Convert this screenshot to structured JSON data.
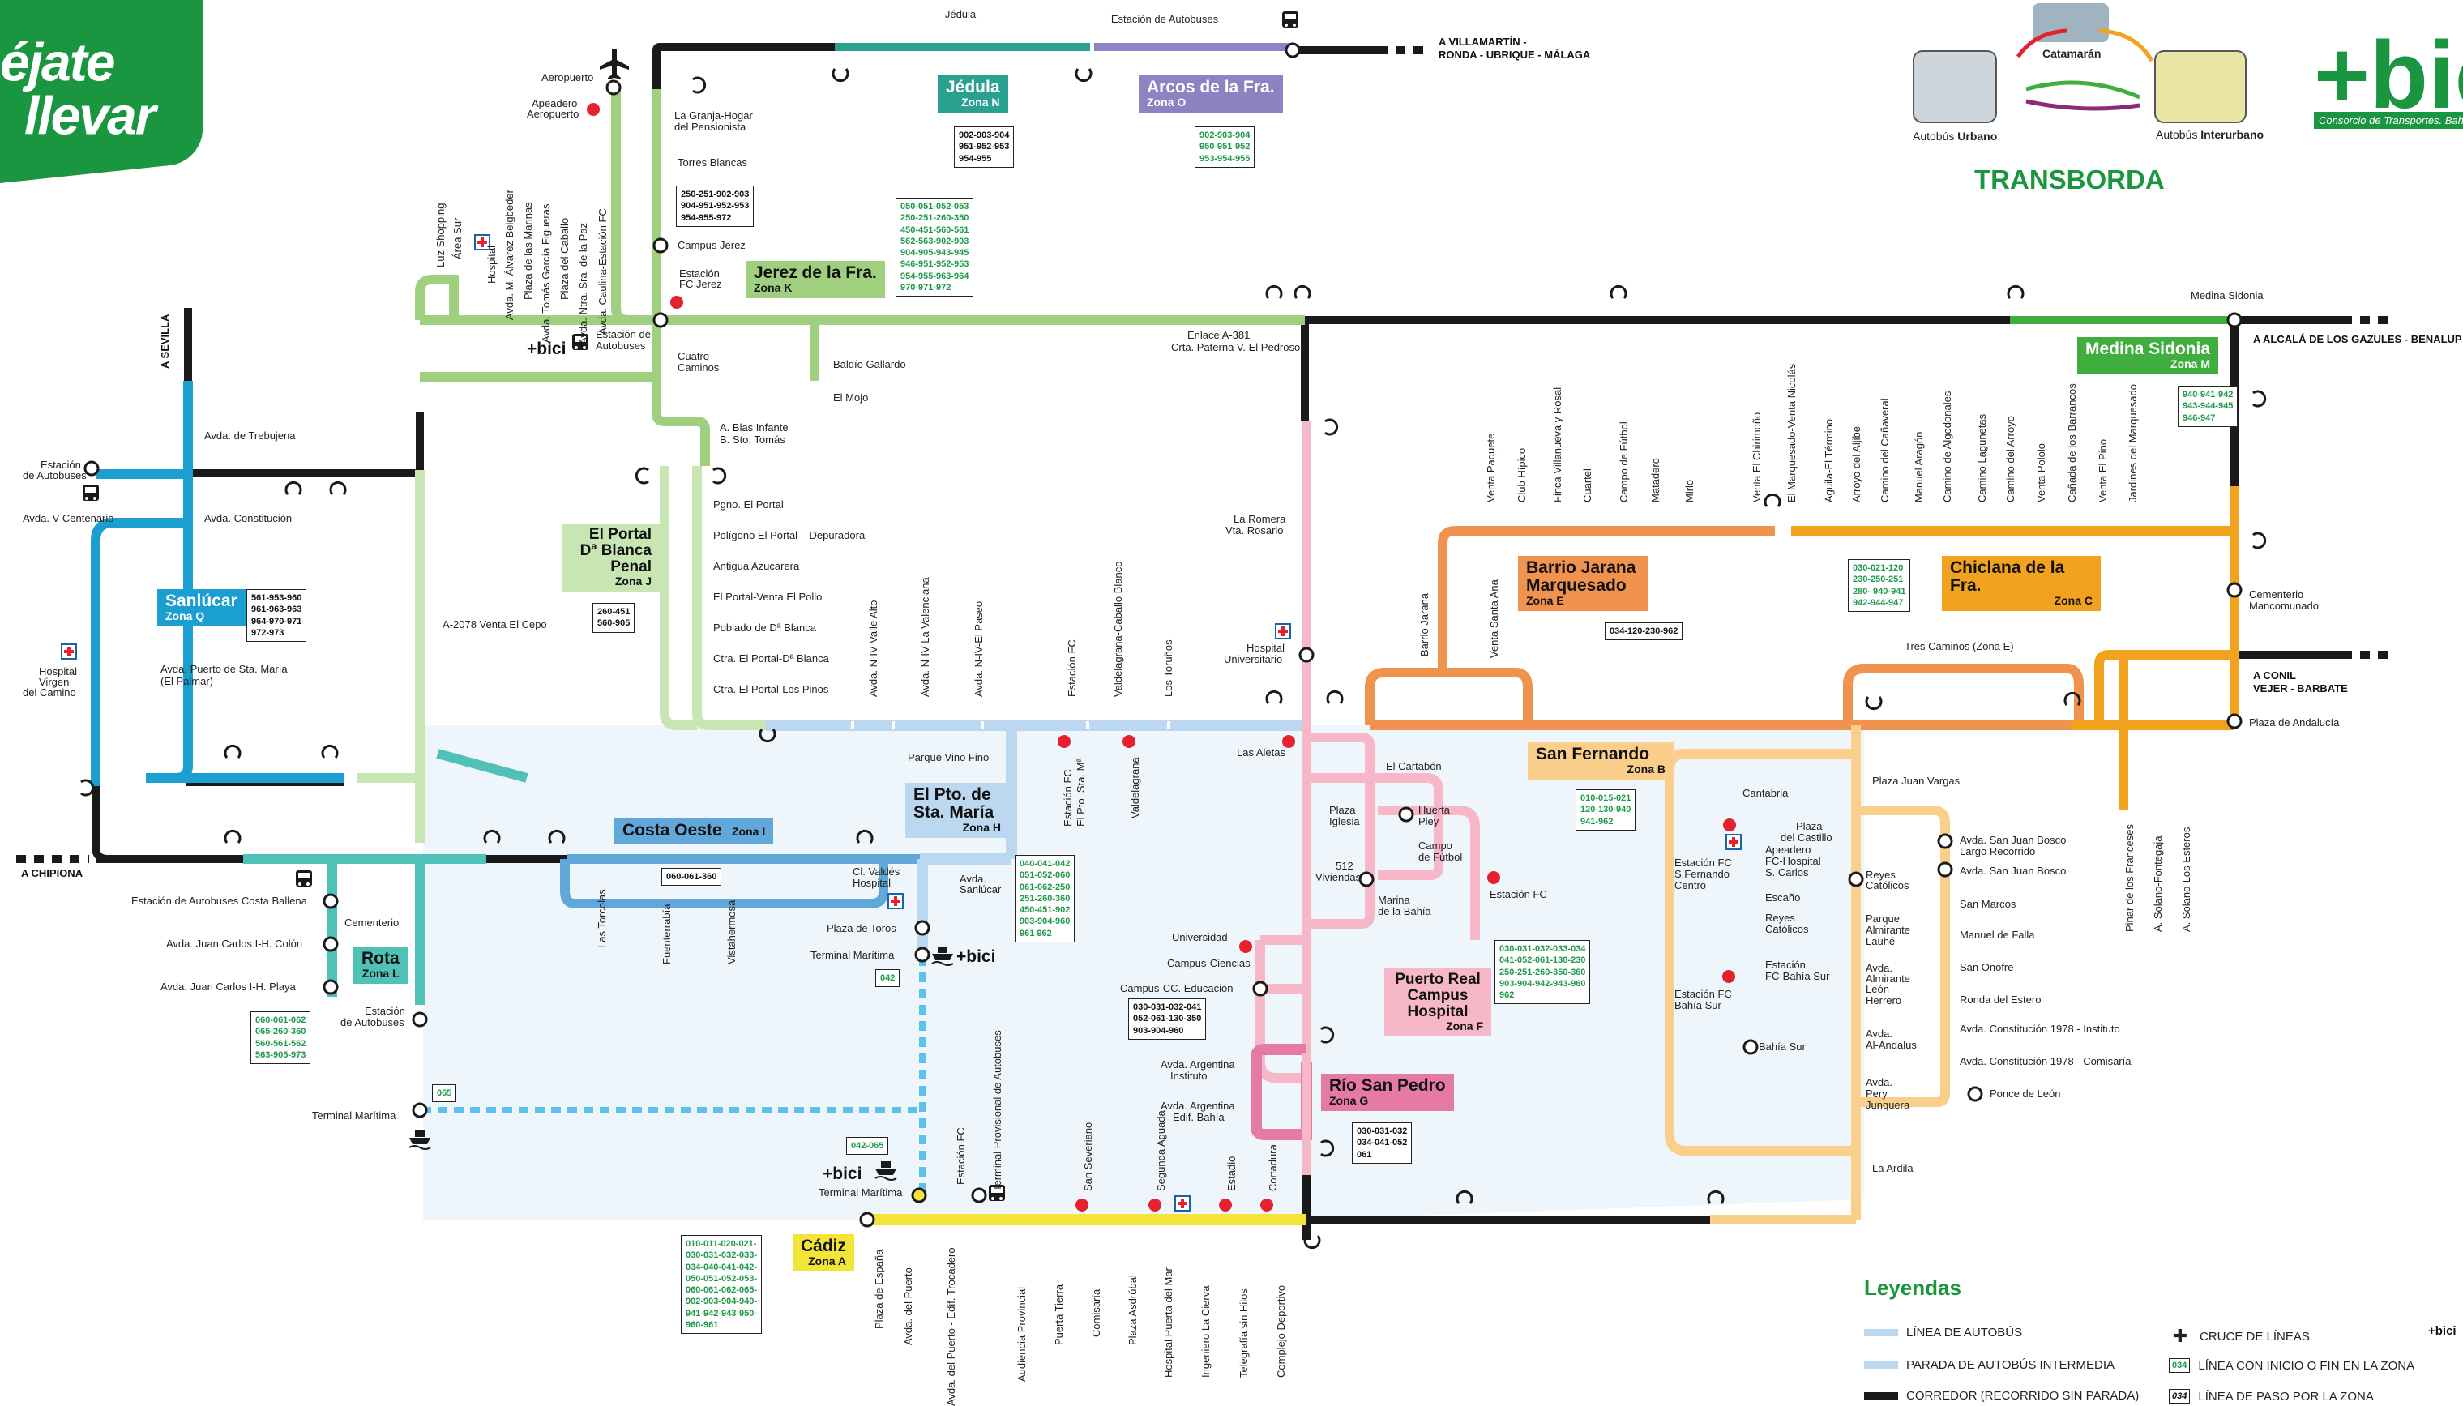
{
  "brand": {
    "line1": "éjate",
    "line2": "llevar",
    "color": "#1b9640"
  },
  "bici_logo": {
    "text": "+bic",
    "subtitle": "Consorcio de Transportes. Bahía"
  },
  "transborda": {
    "title": "TRANSBORDA",
    "hub": "Catamarán",
    "urban_prefix": "Autobús ",
    "urban_bold": "Urbano",
    "inter_prefix": "Autobús ",
    "inter_bold": "Interurbano"
  },
  "colors": {
    "corridor": "#1a1a1a",
    "jerez": "#9fcf7f",
    "portal": "#c8e6b4",
    "sanlucar": "#1a9fd0",
    "rota": "#4fc1b6",
    "costa_oeste": "#62a7d9",
    "pto_sta_maria": "#bcd8f0",
    "puerto_real": "#f6b8c8",
    "rio_san_pedro": "#e57aa3",
    "cadiz": "#f3e43a",
    "san_fernando": "#f9cf8b",
    "barrio_jarana": "#f0934f",
    "chiclana": "#f1a21e",
    "medina": "#3fae3f",
    "arcos": "#8b83c2",
    "jedula": "#2aa08f",
    "ferry": "#5ac1ea",
    "bay_fill": "#eef6fc",
    "station_red": "#e5202f"
  },
  "zones": {
    "jedula": {
      "name": "Jédula",
      "code": "Zona N"
    },
    "arcos": {
      "name": "Arcos de la  Fra.",
      "code": "Zona O"
    },
    "jerez": {
      "name": "Jerez de la  Fra.",
      "code": "Zona K"
    },
    "medina": {
      "name": "Medina Sidonia",
      "code": "Zona M"
    },
    "portal": {
      "name": "El Portal Dª Blanca Penal",
      "code": "Zona J"
    },
    "sanlucar": {
      "name": "Sanlúcar",
      "code": "Zona Q"
    },
    "barrio_jarana": {
      "name": "Barrio Jarana Marquesado",
      "code": "Zona E"
    },
    "chiclana": {
      "name": "Chiclana de la Fra.",
      "code": "Zona C"
    },
    "costa_oeste": {
      "name": "Costa Oeste",
      "code": "Zona I"
    },
    "pto_sta_maria": {
      "name": "El Pto. de Sta. María",
      "code": "Zona H"
    },
    "san_fernando": {
      "name": "San Fernando",
      "code": "Zona B"
    },
    "rota": {
      "name": "Rota",
      "code": "Zona L"
    },
    "puerto_real": {
      "name": "Puerto Real Campus Hospital",
      "code": "Zona F"
    },
    "rio_san_pedro": {
      "name": "Río San  Pedro",
      "code": "Zona G"
    },
    "cadiz": {
      "name": "Cádiz",
      "code": "Zona A"
    }
  },
  "code_boxes": {
    "jedula": [
      "902-903-904",
      "951-952-953",
      "954-955"
    ],
    "arcos": [
      "902-903-904",
      "950-951-952",
      "953-954-955"
    ],
    "jerez_top": [
      "250-251-902-903",
      "904-951-952-953",
      "954-955-972"
    ],
    "jerez": [
      "050-051-052-053",
      "250-251-260-350",
      "450-451-560-561",
      "562-563-902-903",
      "904-905-943-945",
      "946-951-952-953",
      "954-955-963-964",
      "970-971-972"
    ],
    "medina": [
      "940-941-942",
      "943-944-945",
      "946-947"
    ],
    "sanlucar": [
      "561-953-960",
      "961-963-963",
      "964-970-971",
      "972-973"
    ],
    "portal": [
      "260-451",
      "560-905"
    ],
    "barrio_jarana": [
      "034-120-230-962"
    ],
    "chiclana": [
      "030-021-120",
      "230-250-251",
      "280- 940-941",
      "942-944-947"
    ],
    "costa_oeste": [
      "060-061-360"
    ],
    "pto_sta_maria": [
      "040-041-042",
      "051-052-060",
      "061-062-250",
      "251-260-360",
      "450-451-902",
      "903-904-960",
      "961 962"
    ],
    "san_fernando": [
      "010-015-021",
      "120-130-940",
      "941-962"
    ],
    "rota": [
      "060-061-062",
      "065-260-360",
      "560-561-562",
      "563-905-973"
    ],
    "puerto_real": [
      "030-031-032-033-034",
      "041-052-061-130-230",
      "250-251-260-350-360",
      "903-904-942-943-960",
      "962"
    ],
    "campus": [
      "030-031-032-041",
      "052-061-130-350",
      "903-904-960"
    ],
    "rio_san_pedro": [
      "030-031-032",
      "034-041-052",
      "061"
    ],
    "cadiz": [
      "010-011-020-021-",
      "030-031-032-033-",
      "034-040-041-042-",
      "050-051-052-053-",
      "060-061-062-065-",
      "902-903-904-940-",
      "941-942-943-950-",
      "960-961"
    ],
    "ferry_065": [
      "065"
    ],
    "ferry_042": [
      "042"
    ],
    "ferry_042065": [
      "042-065"
    ]
  },
  "destinations": {
    "villamartin": [
      "A VILLAMARTÍN -",
      "RONDA - UBRIQUE - MÁLAGA"
    ],
    "alcala": [
      "A ALCALÁ DE LOS GAZULES - BENALUP"
    ],
    "conil": [
      "A CONIL",
      "VEJER - BARBATE"
    ],
    "chipiona": [
      "A CHIPIONA"
    ],
    "sevilla": [
      "A SEVILLA"
    ]
  },
  "stops_h": [
    {
      "t": "Jédula"
    },
    {
      "t": "Estación de Autobuses"
    },
    {
      "t": "Aeropuerto"
    },
    {
      "t": "Apeadero"
    },
    {
      "t": "Aeropuerto"
    },
    {
      "t": "La Granja-Hogar"
    },
    {
      "t": "del Pensionista"
    },
    {
      "t": "Torres Blancas"
    },
    {
      "t": "Campus Jerez"
    },
    {
      "t": "Estación"
    },
    {
      "t": "FC Jerez"
    },
    {
      "t": "Estación de"
    },
    {
      "t": "Autobuses"
    },
    {
      "t": "Cuatro"
    },
    {
      "t": "Caminos"
    },
    {
      "t": "Baldío Gallardo"
    },
    {
      "t": "El Mojo"
    },
    {
      "t": "Enlace A-381"
    },
    {
      "t": "Crta. Paterna V. El Pedroso"
    },
    {
      "t": "Medina Sidonia"
    },
    {
      "t": "A. Blas Infante"
    },
    {
      "t": "B. Sto. Tomás"
    },
    {
      "t": "Pgno. El Portal"
    },
    {
      "t": "Polígono El Portal – Depuradora"
    },
    {
      "t": "Antigua Azucarera"
    },
    {
      "t": "El Portal-Venta El Pollo"
    },
    {
      "t": "Poblado de Dª Blanca"
    },
    {
      "t": "Ctra. El Portal-Dª Blanca"
    },
    {
      "t": "Ctra. El Portal-Los Pinos"
    },
    {
      "t": "Avda. de Trebujena"
    },
    {
      "t": "Avda. Constitución"
    },
    {
      "t": "Estación"
    },
    {
      "t": "de Autobuses"
    },
    {
      "t": "Avda. V Centenario"
    },
    {
      "t": "A-2078 Venta El Cepo"
    },
    {
      "t": "Avda. Puerto de Sta. María"
    },
    {
      "t": "(El Palmar)"
    },
    {
      "t": "Hospital"
    },
    {
      "t": "Virgen"
    },
    {
      "t": "del Camino"
    },
    {
      "t": "La Romera"
    },
    {
      "t": "Vta. Rosario"
    },
    {
      "t": "Hospital"
    },
    {
      "t": "Universitario"
    },
    {
      "t": "Cementerio"
    },
    {
      "t": "Mancomunado"
    },
    {
      "t": "Plaza de Andalucía"
    },
    {
      "t": "Tres Caminos (Zona E)"
    },
    {
      "t": "Parque Vino Fino"
    },
    {
      "t": "Las Aletas"
    },
    {
      "t": "El Cartabón"
    },
    {
      "t": "Plaza Juan Vargas"
    },
    {
      "t": "Estación de Autobuses Costa Ballena"
    },
    {
      "t": "Cementerio"
    },
    {
      "t": "Avda. Juan Carlos I-H. Colón"
    },
    {
      "t": "Avda. Juan Carlos I-H. Playa"
    },
    {
      "t": "Estación"
    },
    {
      "t": "de Autobuses"
    },
    {
      "t": "Cl. Valdés"
    },
    {
      "t": "Hospital"
    },
    {
      "t": "Avda."
    },
    {
      "t": "Sanlúcar"
    },
    {
      "t": "Plaza de Toros"
    },
    {
      "t": "Terminal Marítima"
    },
    {
      "t": "Terminal Marítima"
    },
    {
      "t": "Terminal Marítima"
    },
    {
      "t": "Universidad"
    },
    {
      "t": "Campus-Ciencias"
    },
    {
      "t": "Campus-CC. Educación"
    },
    {
      "t": "Plaza"
    },
    {
      "t": "Iglesia"
    },
    {
      "t": "512"
    },
    {
      "t": "Viviendas"
    },
    {
      "t": "Huerta"
    },
    {
      "t": "Pley"
    },
    {
      "t": "Campo"
    },
    {
      "t": "de Fútbol"
    },
    {
      "t": "Marina"
    },
    {
      "t": "de la Bahía"
    },
    {
      "t": "Estación FC"
    },
    {
      "t": "Avda. Argentina"
    },
    {
      "t": "Instituto"
    },
    {
      "t": "Avda. Argentina"
    },
    {
      "t": "Edif. Bahía"
    },
    {
      "t": "Cantabria"
    },
    {
      "t": "Plaza"
    },
    {
      "t": "del Castillo"
    },
    {
      "t": "Apeadero"
    },
    {
      "t": "FC-Hospital"
    },
    {
      "t": "S. Carlos"
    },
    {
      "t": "Escaño"
    },
    {
      "t": "Reyes"
    },
    {
      "t": "Católicos"
    },
    {
      "t": "Estación"
    },
    {
      "t": "FC-Bahía Sur"
    },
    {
      "t": "Bahía Sur"
    },
    {
      "t": "Estación FC"
    },
    {
      "t": "S.Fernando"
    },
    {
      "t": "Centro"
    },
    {
      "t": "Estación FC"
    },
    {
      "t": "Bahía Sur"
    },
    {
      "t": "Reyes"
    },
    {
      "t": "Católicos"
    },
    {
      "t": "Parque"
    },
    {
      "t": "Almirante"
    },
    {
      "t": "Lauhé"
    },
    {
      "t": "Avda."
    },
    {
      "t": "Almirante"
    },
    {
      "t": "León"
    },
    {
      "t": "Herrero"
    },
    {
      "t": "Avda."
    },
    {
      "t": "Al-Andalus"
    },
    {
      "t": "Avda."
    },
    {
      "t": "Pery"
    },
    {
      "t": "Junquera"
    },
    {
      "t": "La Ardila"
    },
    {
      "t": "Avda. San Juan Bosco"
    },
    {
      "t": "Largo Recorrido"
    },
    {
      "t": "Avda. San Juan Bosco"
    },
    {
      "t": "San Marcos"
    },
    {
      "t": "Manuel de Falla"
    },
    {
      "t": "San Onofre"
    },
    {
      "t": "Ronda del Estero"
    },
    {
      "t": "Avda. Constitución 1978 - Instituto"
    },
    {
      "t": "Avda. Constitución 1978 - Comisaría"
    },
    {
      "t": "Ponce de León"
    }
  ],
  "stops_v": [
    {
      "t": "Luz Shopping"
    },
    {
      "t": "Área Sur"
    },
    {
      "t": "Hospital"
    },
    {
      "t": "Avda. M. Álvarez Beigbeder"
    },
    {
      "t": "Plaza de las Marinas"
    },
    {
      "t": "Avda. Tomás García Figueras"
    },
    {
      "t": "Plaza del Caballo"
    },
    {
      "t": "Avda. Ntra. Sra. de la Paz"
    },
    {
      "t": "Avda. Caulina-Estación FC"
    },
    {
      "t": "Avda. N-IV-Valle Alto"
    },
    {
      "t": "Avda. N-IV-La Valenciana"
    },
    {
      "t": "Avda. N-IV-El Paseo"
    },
    {
      "t": "Estación FC"
    },
    {
      "t": "Valdelagrana-Caballo Blanco"
    },
    {
      "t": "Los Toruños"
    },
    {
      "t": "Venta Paquete"
    },
    {
      "t": "Club Hípico"
    },
    {
      "t": "Finca Villanueva y Rosal"
    },
    {
      "t": "Cuartel"
    },
    {
      "t": "Campo de Fútbol"
    },
    {
      "t": "Matadero"
    },
    {
      "t": "Mirlo"
    },
    {
      "t": "Venta El Chirimoño"
    },
    {
      "t": "El Marquesado-Venta Nicolás"
    },
    {
      "t": "Águila-El Término"
    },
    {
      "t": "Arroyo del Aljibe"
    },
    {
      "t": "Camino del Cañaveral"
    },
    {
      "t": "Manuel Aragón"
    },
    {
      "t": "Camino de Algodonales"
    },
    {
      "t": "Camino Lagunetas"
    },
    {
      "t": "Camino del Arroyo"
    },
    {
      "t": "Venta Pololo"
    },
    {
      "t": "Cañada de los Barrancos"
    },
    {
      "t": "Venta El Pino"
    },
    {
      "t": "Jardines del Marquesado"
    },
    {
      "t": "Barrio Jarana"
    },
    {
      "t": "Venta Santa Ana"
    },
    {
      "t": "Las Torcolas"
    },
    {
      "t": "Fuenterrabía"
    },
    {
      "t": "Vistahermosa"
    },
    {
      "t": "Estación FC"
    },
    {
      "t": "El Pto. Sta. Mª"
    },
    {
      "t": "Valdelagrana"
    },
    {
      "t": "Pinar de los Franceses"
    },
    {
      "t": "A. Solano-Fontegaja"
    },
    {
      "t": "A. Solano-Los Esteros"
    },
    {
      "t": "Terminal Provisional de Autobuses"
    },
    {
      "t": "Estación FC"
    },
    {
      "t": "San Severiano"
    },
    {
      "t": "Segunda Aguada"
    },
    {
      "t": "Estadio"
    },
    {
      "t": "Cortadura"
    },
    {
      "t": "Plaza de España"
    },
    {
      "t": "Avda. del Puerto"
    },
    {
      "t": "Avda. del Puerto - Edif. Trocadero"
    },
    {
      "t": "Audiencia Provincial"
    },
    {
      "t": "Puerta Tierra"
    },
    {
      "t": "Comisaría"
    },
    {
      "t": "Plaza Asdrúbal"
    },
    {
      "t": "Hospital Puerta del Mar"
    },
    {
      "t": "Ingeniero La Cierva"
    },
    {
      "t": "Telegrafía sin Hilos"
    },
    {
      "t": "Complejo Deportivo"
    }
  ],
  "bici_tags": [
    "+bici",
    "+bici",
    "+bici",
    "+bici"
  ],
  "legend": {
    "title": "Leyendas",
    "items": [
      "LÍNEA DE AUTOBÚS",
      "PARADA DE AUTOBÚS INTERMEDIA",
      "CORREDOR (RECORRIDO SIN PARADA)",
      "CRUCE DE LÍNEAS",
      "LÍNEA CON INICIO O FIN EN LA ZONA",
      "LÍNEA DE PASO POR LA ZONA"
    ],
    "badge_code": "034",
    "bici": "+bici"
  }
}
